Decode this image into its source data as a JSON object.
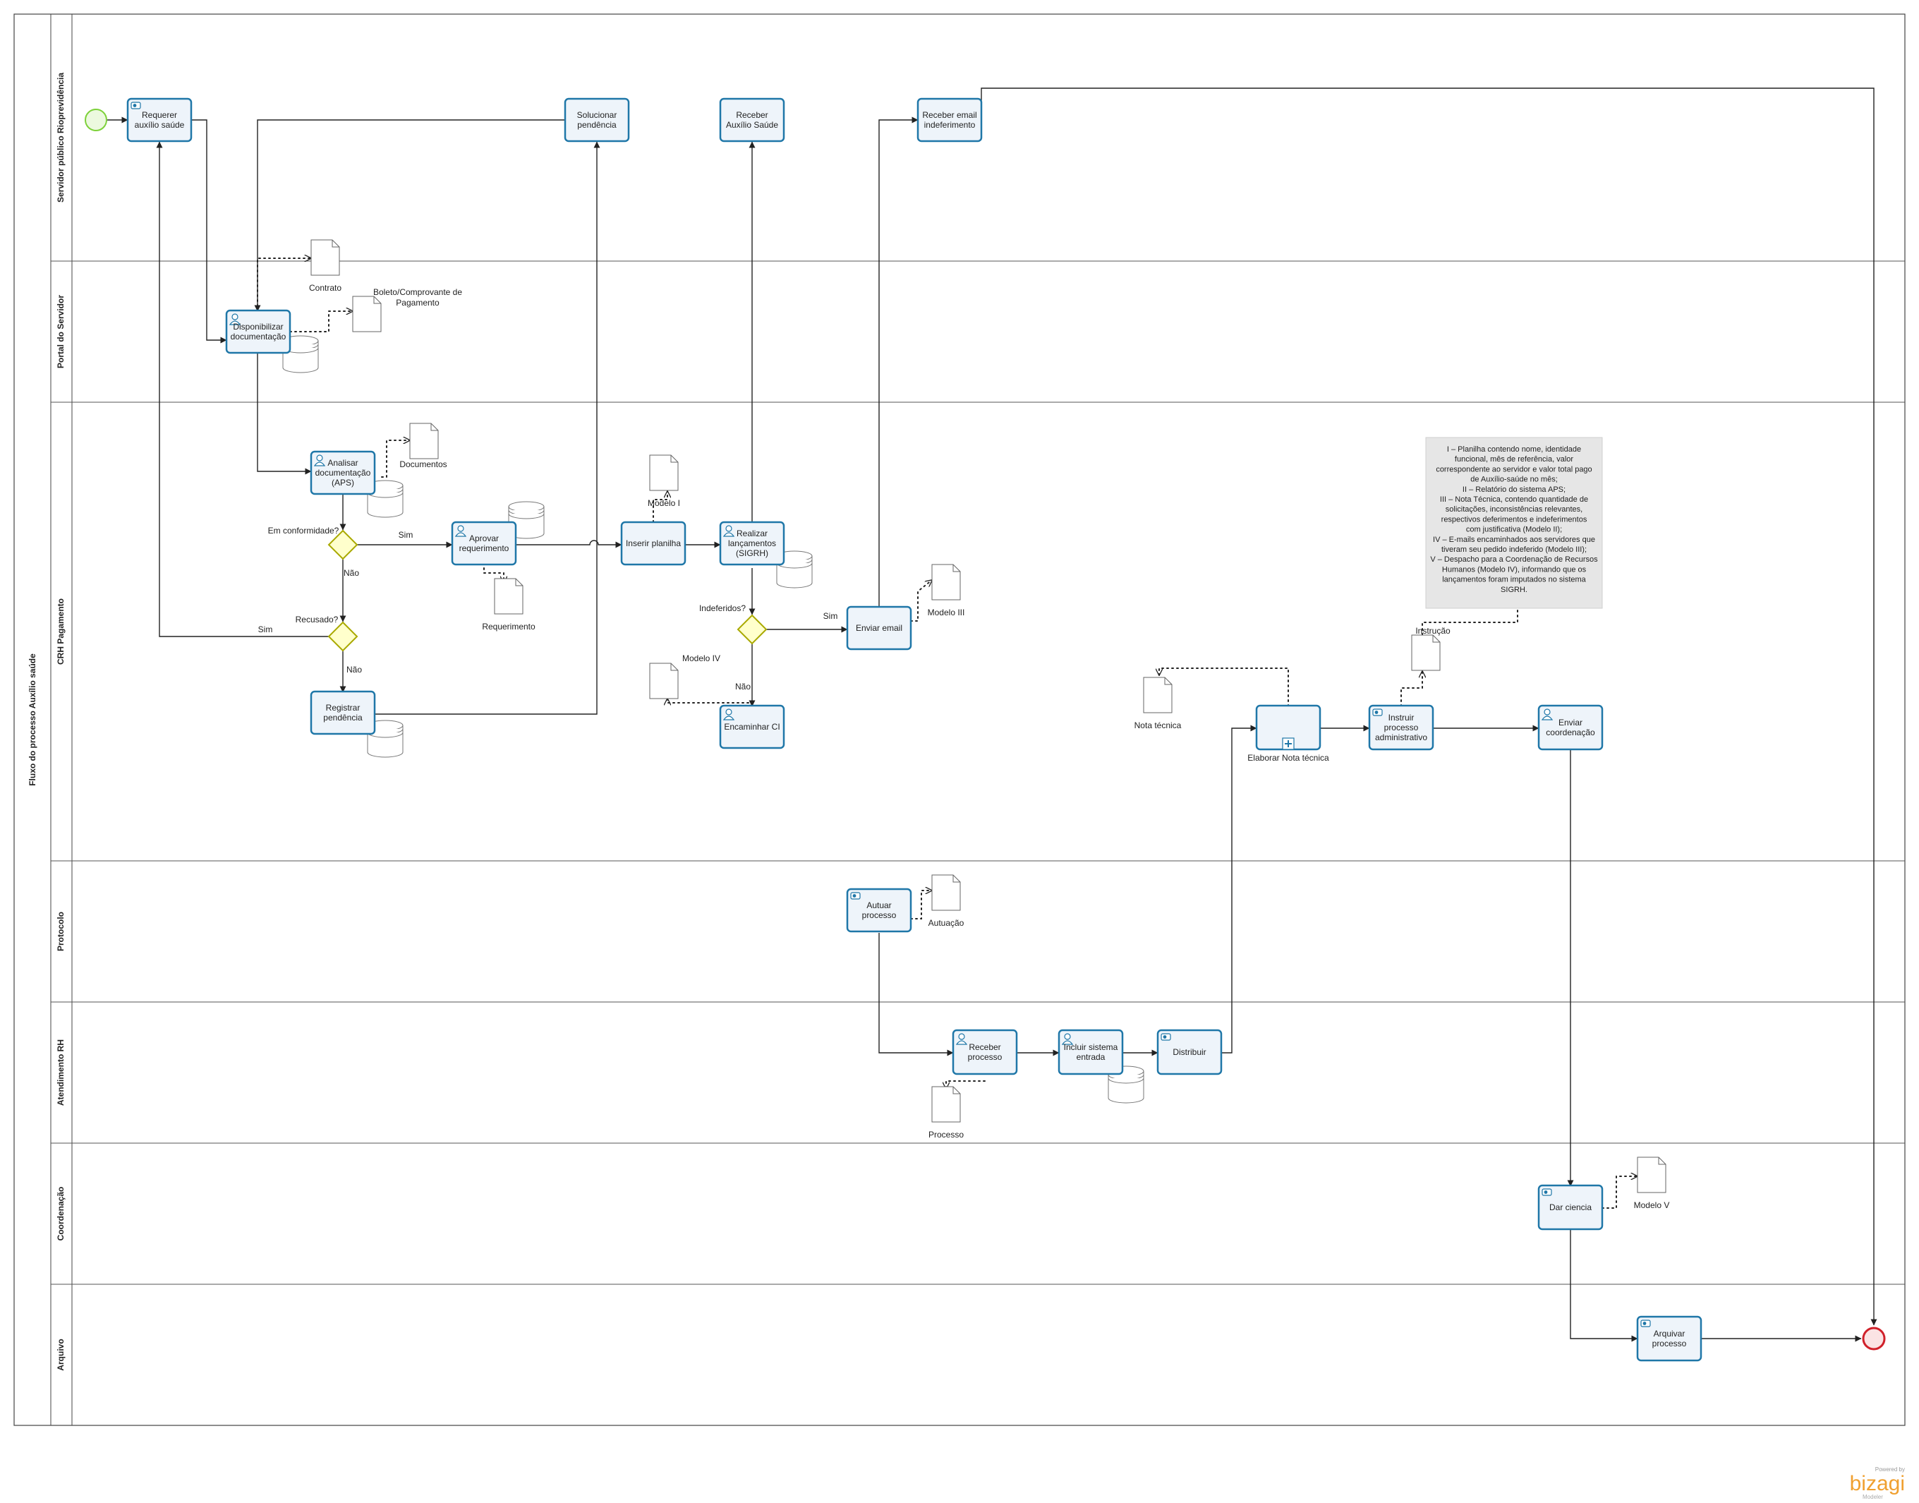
{
  "pool": {
    "title": "Fluxo do processo Auxílio saúde"
  },
  "lanes": [
    "Servidor público Rioprevidência",
    "Portal do Servidor",
    "CRH Pagamento",
    "Protocolo",
    "Atendimento RH",
    "Coordenação",
    "Arquivo"
  ],
  "tasks": {
    "requerer": "Requerer auxílio saúde",
    "solucionar": "Solucionar pendência",
    "receber_aux": "Receber Auxílio Saúde",
    "receber_email": "Receber email indeferimento",
    "disponibilizar": "Disponibilizar documentação",
    "analisar": "Analisar documentação (APS)",
    "aprovar": "Aprovar requerimento",
    "inserir": "Inserir planilha",
    "realizar": "Realizar lançamentos (SIGRH)",
    "enviar_email": "Enviar email",
    "registrar": "Registrar pendência",
    "encaminhar": "Encaminhar CI",
    "elaborar": "Elaborar Nota técnica",
    "instruir": "Instruir processo administrativo",
    "enviar_coord": "Enviar coordenação",
    "autuar": "Autuar processo",
    "receber_proc": "Receber processo",
    "incluir": "Incluir sistema entrada",
    "distribuir": "Distribuir",
    "dar_ciencia": "Dar ciencia",
    "arquivar": "Arquivar processo"
  },
  "gateways": {
    "conformidade": "Em conformidade?",
    "recusado": "Recusado?",
    "indeferidos": "Indeferidos?"
  },
  "flow_labels": {
    "sim_conformidade": "Sim",
    "nao_conformidade": "Não",
    "sim_recusado": "Sim",
    "nao_recusado": "Não",
    "sim_indeferidos": "Sim",
    "nao_indeferidos": "Não"
  },
  "artifacts": {
    "contrato": "Contrato",
    "boleto": "Boleto/Comprovante de Pagamento",
    "documentos": "Documentos",
    "requerimento": "Requerimento",
    "modelo1": "Modelo I",
    "modelo3": "Modelo III",
    "modelo4": "Modelo IV",
    "nota_tecnica": "Nota técnica",
    "instrucao": "Instrução",
    "autuacao": "Autuação",
    "processo": "Processo",
    "modelo5": "Modelo V"
  },
  "annotation": {
    "lines": [
      "I – Planilha contendo nome, identidade",
      "funcional, mês de referência, valor",
      "correspondente ao servidor e valor total pago",
      "de Auxílio-saúde no mês;",
      "II – Relatório do sistema APS;",
      "III – Nota Técnica, contendo quantidade de",
      "solicitações, inconsistências relevantes,",
      "respectivos deferimentos e indeferimentos",
      "com justificativa (Modelo II);",
      "IV – E-mails encaminhados aos servidores que",
      "tiveram seu pedido indeferido (Modelo III);",
      "V – Despacho para a Coordenação de Recursos",
      "Humanos (Modelo IV), informando que os",
      "lançamentos foram imputados no sistema",
      "SIGRH."
    ]
  },
  "logo": {
    "powered": "Powered by",
    "brand": "bizagi",
    "sub": "Modeler"
  },
  "colors": {
    "task_border": "#1f77a8",
    "task_fill": "#eef4fa",
    "start": "#7dd13a",
    "end": "#d0202a",
    "gateway": "#a9a900"
  }
}
